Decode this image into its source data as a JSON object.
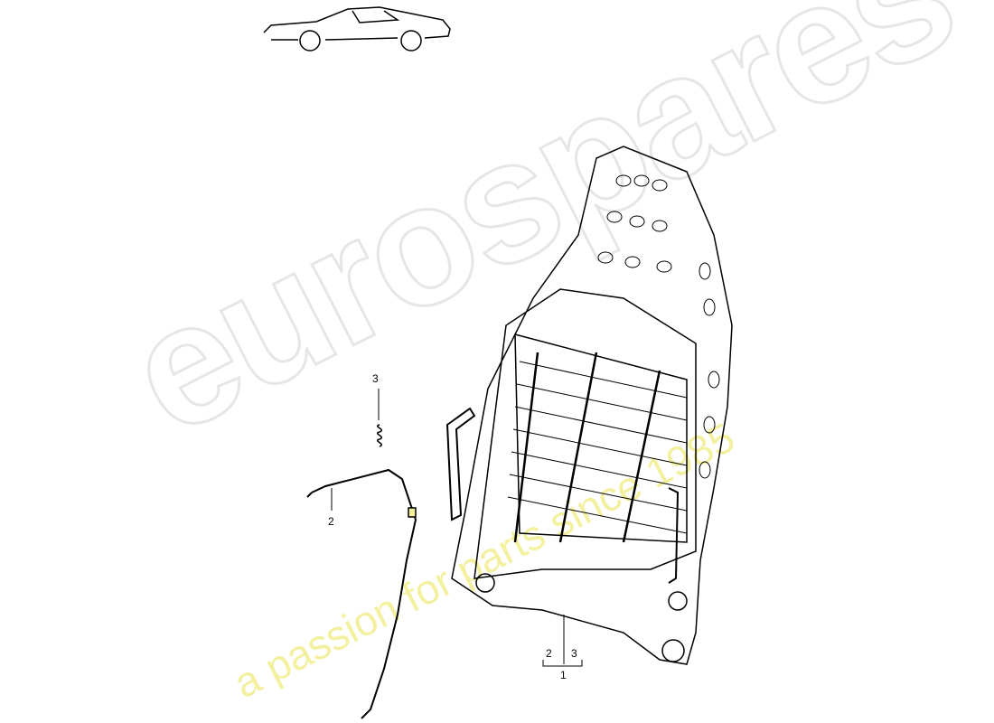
{
  "watermark": {
    "brand": "eurospares",
    "tagline": "a passion for parts since 1985",
    "brand_color": "#e6e6e6",
    "tagline_color": "#f3f0a0"
  },
  "callouts": {
    "spring": "3",
    "cable": "2",
    "group_left": "2",
    "group_right": "3",
    "assembly": "1"
  }
}
